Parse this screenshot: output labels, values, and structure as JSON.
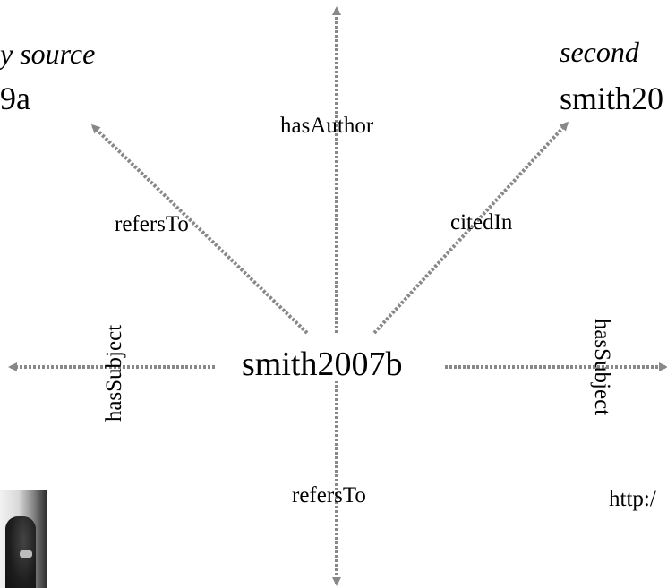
{
  "diagram": {
    "center_node": "smith2007b",
    "nodes": {
      "top_left_caption": "y source",
      "top_left_id": "9a",
      "top_right_caption": "second",
      "top_right_id": "smith20",
      "right_url": "http:/"
    },
    "edges": {
      "up": "hasAuthor",
      "up_left": "refersTo",
      "up_right": "citedIn",
      "left": "hasSubject",
      "right": "hasSubject",
      "down": "refersTo"
    },
    "colors": {
      "arrow": "#888888",
      "text": "#000000",
      "background": "#ffffff"
    }
  }
}
